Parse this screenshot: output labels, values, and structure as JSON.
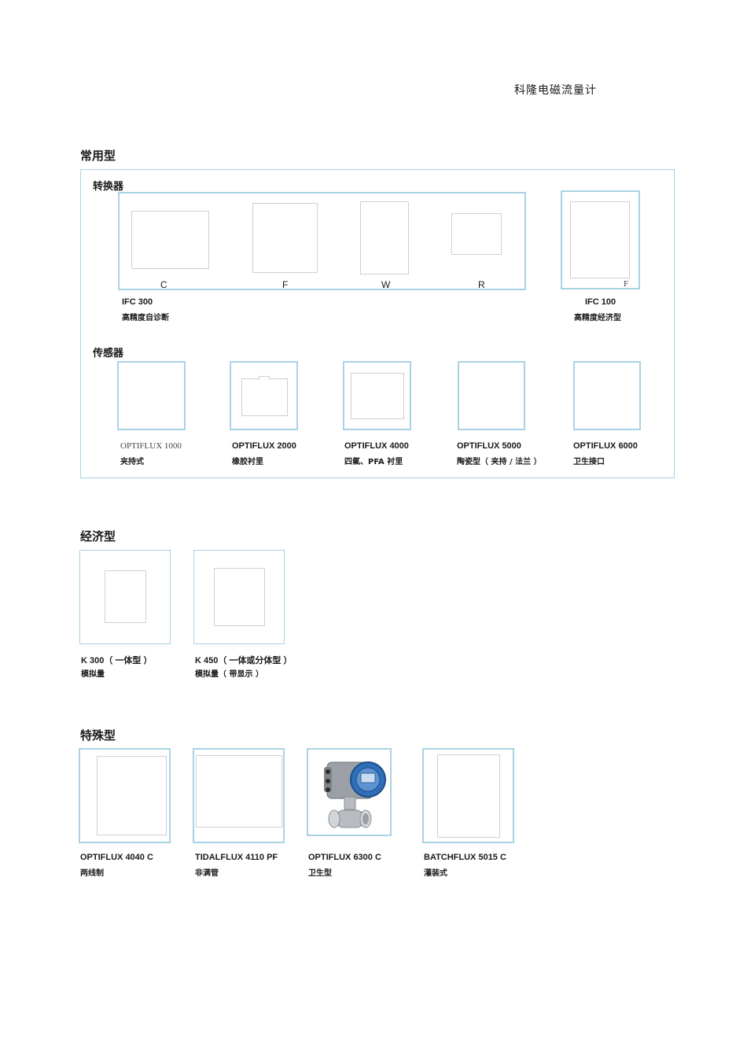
{
  "header": {
    "title": "科隆电磁流量计"
  },
  "section_common": {
    "title": "常用型",
    "converters": {
      "title": "转换器",
      "variants": [
        "C",
        "F",
        "W",
        "R"
      ],
      "ifc300": {
        "name": "IFC 300",
        "desc": "高精度自诊断"
      },
      "ifc100": {
        "variant": "F",
        "name": "IFC 100",
        "desc": "高精度经济型"
      }
    },
    "sensors": {
      "title": "传感器",
      "items": [
        {
          "name": "OPTIFLUX 1000",
          "desc": "夹持式"
        },
        {
          "name": "OPTIFLUX 2000",
          "desc": "橡胶衬里"
        },
        {
          "name": "OPTIFLUX 4000",
          "desc": "四氟、PFA 衬里"
        },
        {
          "name": "OPTIFLUX 5000",
          "desc": "陶瓷型（ 夹持 / 法兰 ）"
        },
        {
          "name": "OPTIFLUX 6000",
          "desc": "卫生接口"
        }
      ]
    }
  },
  "section_economy": {
    "title": "经济型",
    "items": [
      {
        "name": "K 300（ 一体型 ）",
        "desc": "模拟量"
      },
      {
        "name": "K 450（ 一体或分体型 ）",
        "desc": "模拟量（ 带显示 ）"
      }
    ]
  },
  "section_special": {
    "title": "特殊型",
    "items": [
      {
        "name": "OPTIFLUX 4040 C",
        "desc": "两线制"
      },
      {
        "name": "TIDALFLUX 4110 PF",
        "desc": "非满管"
      },
      {
        "name": "OPTIFLUX 6300 C",
        "desc": "卫生型"
      },
      {
        "name": "BATCHFLUX 5015 C",
        "desc": "灌装式"
      }
    ]
  },
  "colors": {
    "frame": "#a9d3e4",
    "meter_blue": "#2f6fb8",
    "body_grey": "#b8bcc0"
  }
}
